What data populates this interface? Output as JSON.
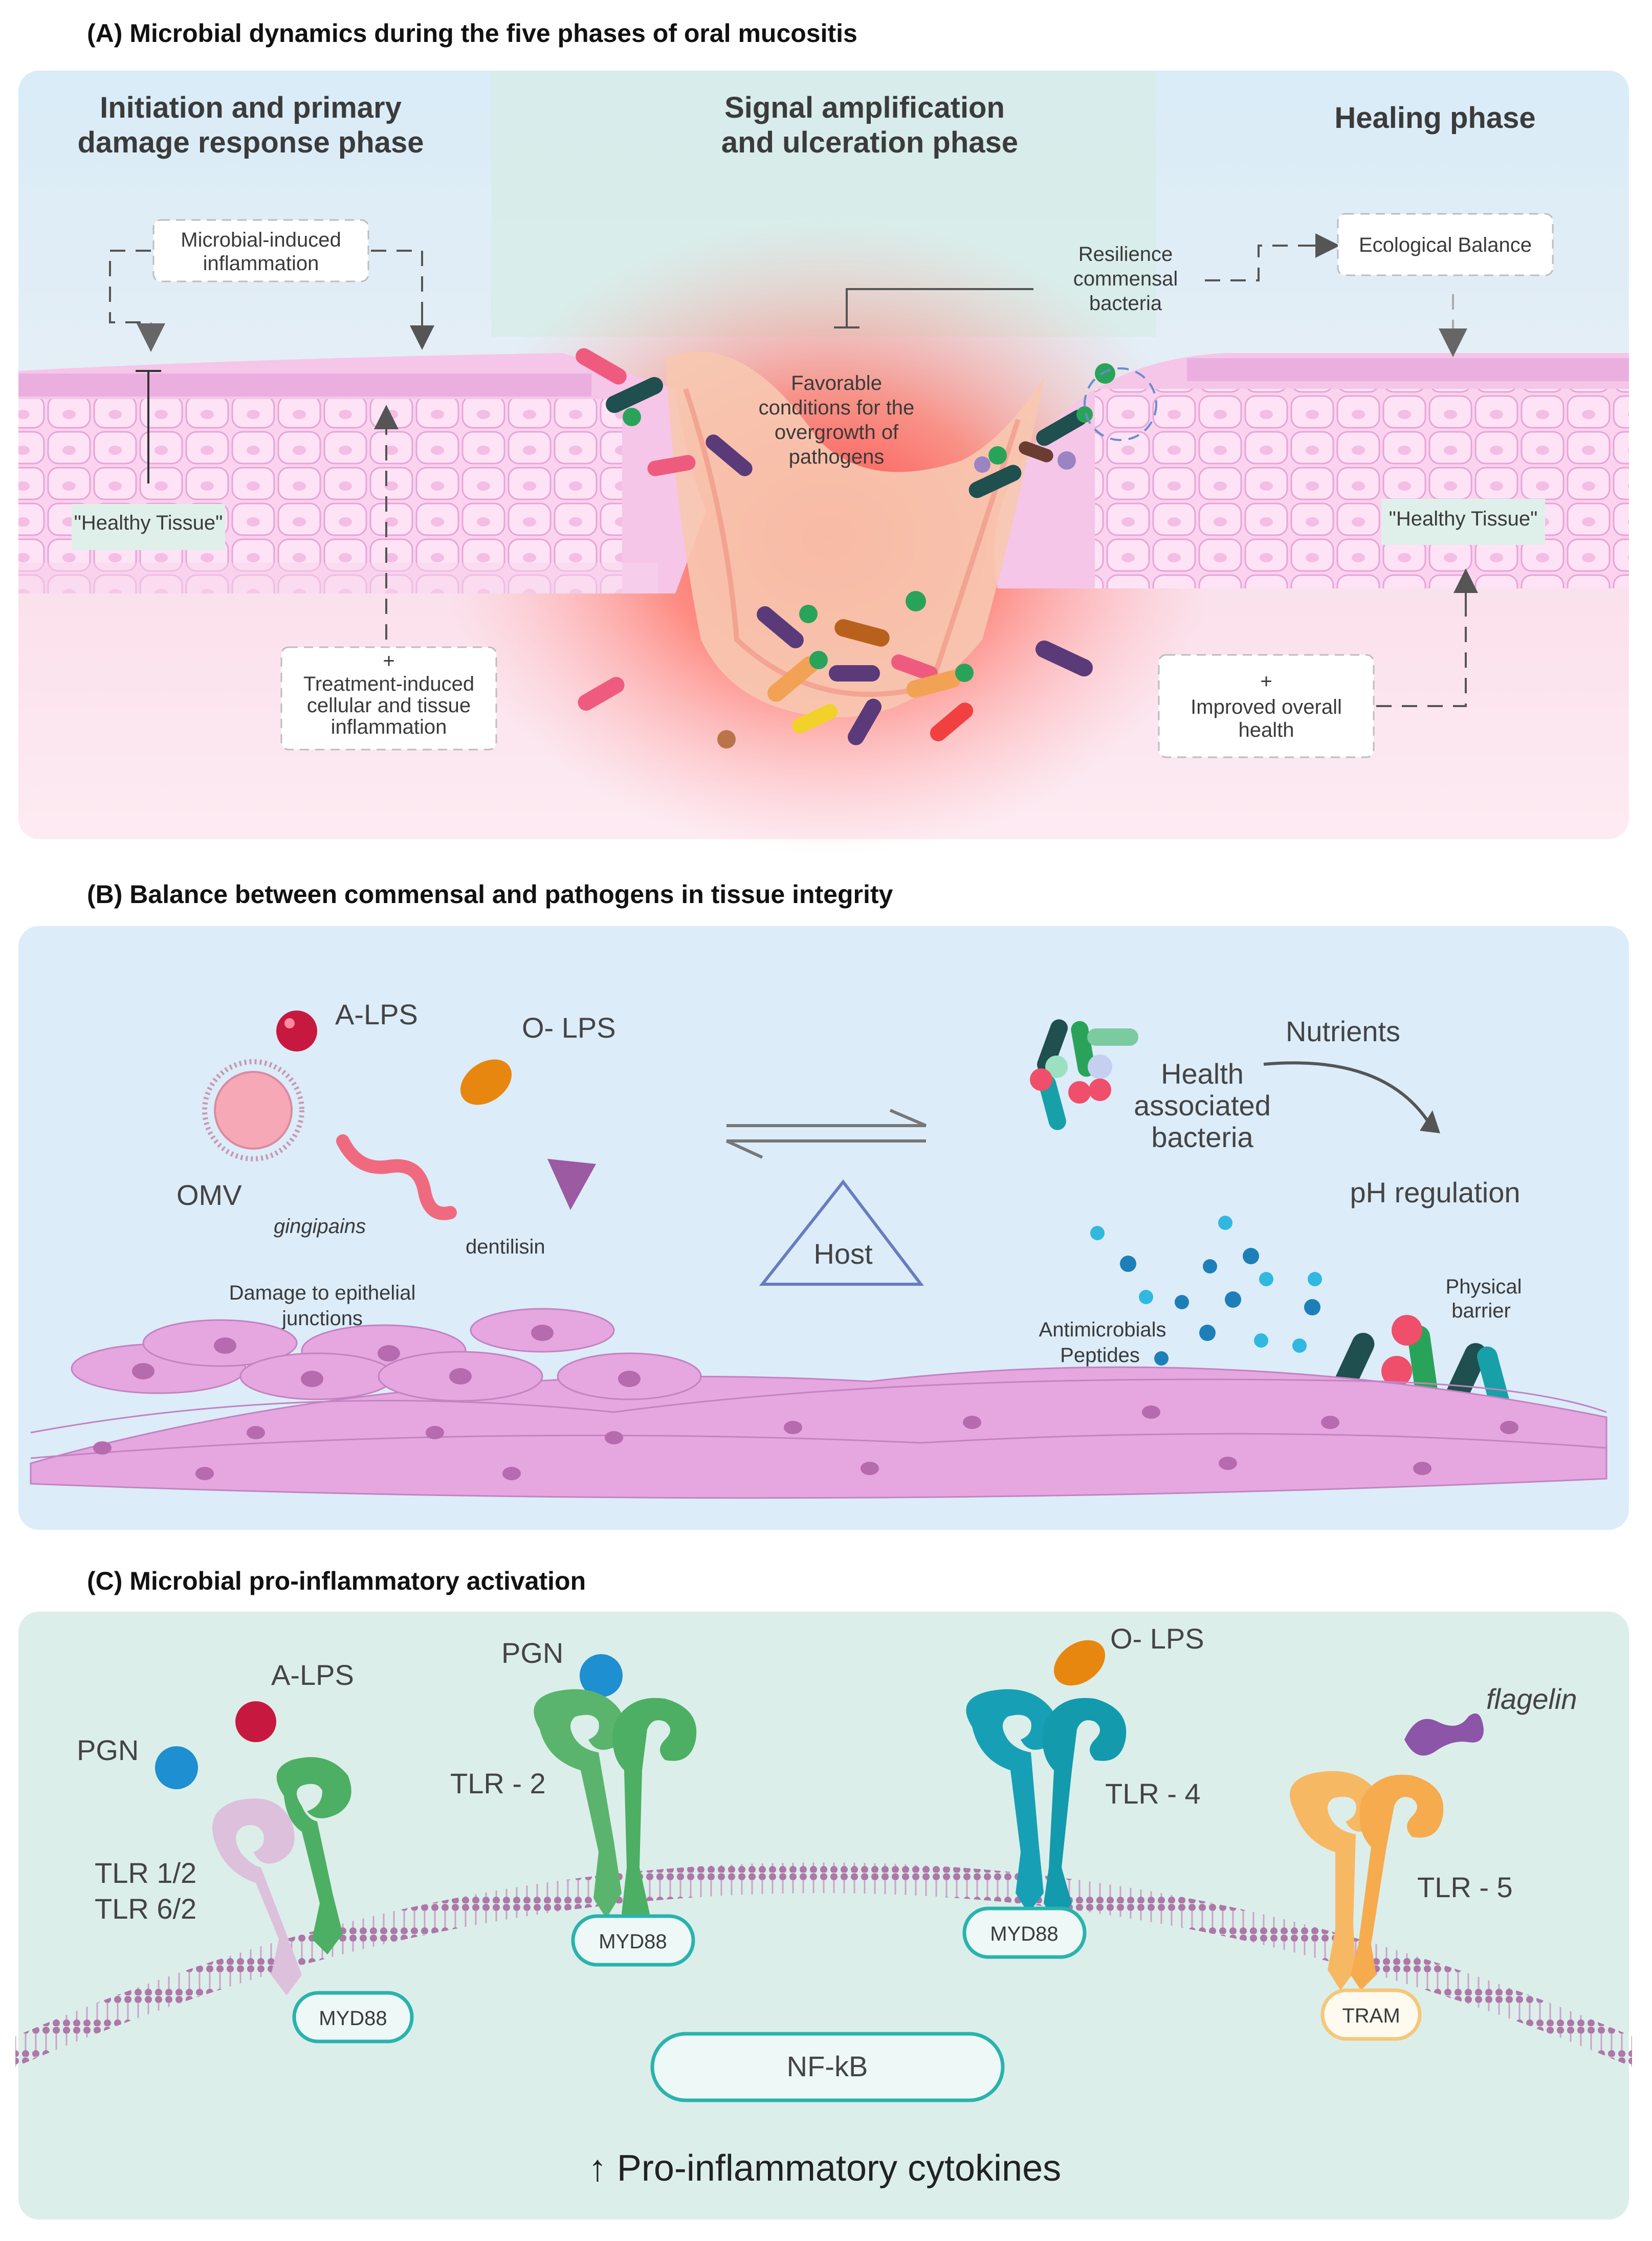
{
  "panel_a": {
    "title": "(A) Microbial dynamics during the five phases of oral mucositis",
    "phase_initiation": [
      "Initiation and primary",
      "damage response phase"
    ],
    "phase_signal": [
      "Signal amplification",
      "and ulceration  phase"
    ],
    "phase_healing": "Healing phase",
    "microbial_induced": [
      "Microbial-induced",
      "inflammation"
    ],
    "healthy_tissue_left": "\"Healthy Tissue\"",
    "healthy_tissue_right": "\"Healthy Tissue\"",
    "treatment_induced": [
      "+",
      "Treatment-induced",
      "cellular and tissue",
      "inflammation"
    ],
    "favorable_conditions": [
      "Favorable",
      "conditions for the",
      "overgrowth of",
      "pathogens"
    ],
    "resilience": [
      "Resilience",
      "commensal",
      "bacteria"
    ],
    "ecological_balance": "Ecological Balance",
    "improved_health": [
      "+",
      "Improved overall",
      "health"
    ]
  },
  "panel_b": {
    "title": "(B) Balance between commensal and pathogens in tissue integrity",
    "a_lps": "A-LPS",
    "o_lps": "O- LPS",
    "omv": "OMV",
    "gingipains": "gingipains",
    "dentilisin": "dentilisin",
    "damage": [
      "Damage to epithelial",
      "junctions"
    ],
    "host": "Host",
    "health_bacteria": [
      "Health",
      "associated",
      "bacteria"
    ],
    "nutrients": "Nutrients",
    "ph_regulation": "pH regulation",
    "antimicrobials": [
      "Antimicrobials",
      "Peptides"
    ],
    "physical_barrier": [
      "Physical",
      "barrier"
    ]
  },
  "panel_c": {
    "title": "(C) Microbial pro-inflammatory activation",
    "pgn_left": "PGN",
    "a_lps": "A-LPS",
    "tlr_12": "TLR  1/2",
    "tlr_62": "TLR  6/2",
    "myd88_1": "MYD88",
    "pgn_mid": "PGN",
    "tlr_2": "TLR - 2",
    "myd88_2": "MYD88",
    "o_lps": "O- LPS",
    "tlr_4": "TLR - 4",
    "myd88_3": "MYD88",
    "flagelin": "flagelin",
    "tlr_5": "TLR - 5",
    "tram": "TRAM",
    "nfkb": "NF-kB",
    "cytokines": "↑ Pro-inflammatory cytokines"
  }
}
